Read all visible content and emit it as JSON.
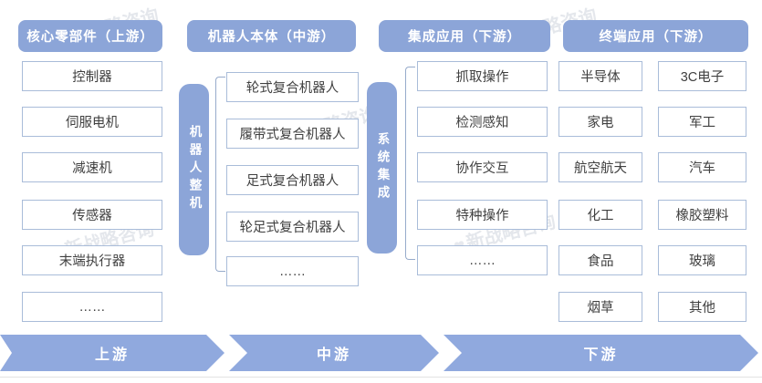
{
  "colors": {
    "primary_blue": "#8CA5D8",
    "arrow_blue": "#90A9DE",
    "box_border": "#A9BCD9",
    "box_text": "#404040"
  },
  "headers": [
    {
      "label": "核心零部件（上游）"
    },
    {
      "label": "机器人本体（中游）"
    },
    {
      "label": "集成应用（下游）"
    },
    {
      "label": "终端应用（下游）"
    }
  ],
  "vertical_bars": [
    {
      "label": "机器人整机"
    },
    {
      "label": "系统集成"
    }
  ],
  "column1": {
    "items": [
      "控制器",
      "伺服电机",
      "减速机",
      "传感器",
      "末端执行器",
      "……"
    ]
  },
  "column2": {
    "items": [
      "轮式复合机器人",
      "履带式复合机器人",
      "足式复合机器人",
      "轮足式复合机器人",
      "……"
    ]
  },
  "column3": {
    "items": [
      "抓取操作",
      "检测感知",
      "协作交互",
      "特种操作",
      "……"
    ]
  },
  "column4": {
    "left_items": [
      "半导体",
      "家电",
      "航空航天",
      "化工",
      "食品",
      "烟草"
    ],
    "right_items": [
      "3C电子",
      "军工",
      "汽车",
      "橡胶塑料",
      "玻璃",
      "其他"
    ]
  },
  "flow_arrows": [
    {
      "label": "上游"
    },
    {
      "label": "中游"
    },
    {
      "label": "下游"
    }
  ],
  "watermark": {
    "text": "新战略咨询",
    "logo": "●●"
  }
}
